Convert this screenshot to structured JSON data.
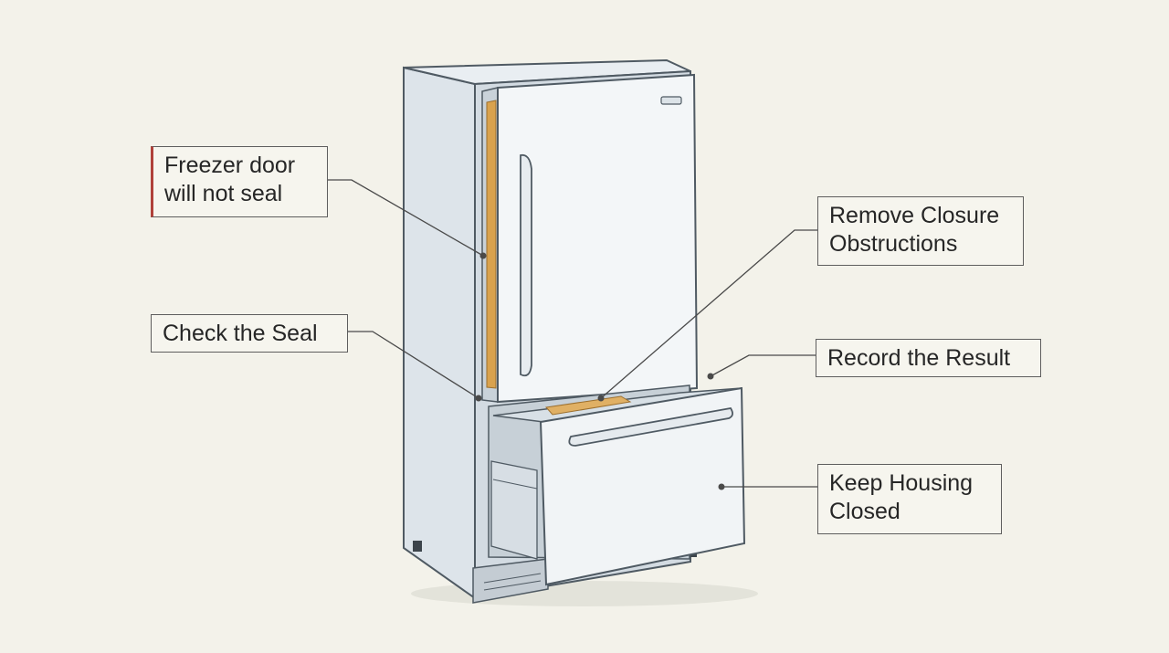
{
  "labels": {
    "freezer_door": {
      "line1": "Freezer door",
      "line2": "will not seal"
    },
    "check_seal": {
      "line1": "Check the Seal"
    },
    "remove_obstructions": {
      "line1": "Remove Closure",
      "line2": "Obstructions"
    },
    "record_result": {
      "line1": "Record the Result"
    },
    "keep_housing": {
      "line1": "Keep Housing",
      "line2": "Closed"
    }
  },
  "colors": {
    "background": "#f3f2ea",
    "appliance": "#e3e9ee",
    "outline": "#4f5a63",
    "gasket": "#d9a24e",
    "alert_accent": "#b0413a"
  }
}
